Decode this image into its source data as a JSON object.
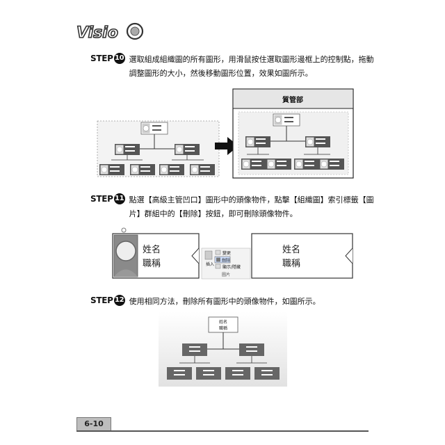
{
  "header": {
    "logo_text": "Visio"
  },
  "steps": [
    {
      "label": "STEP",
      "number": "10",
      "text": "選取組成組織圖的所有圖形，用滑鼠按住選取圖形邊框上的控制點，拖動調整圖形的大小，然後移動圖形位置，效果如圖所示。"
    },
    {
      "label": "STEP",
      "number": "11",
      "text": "點選【高級主管凹口】圖形中的頭像物件，點擊【組織圖】索引標籤【圖片】群組中的【刪除】按鈕，即可刪除頭像物件。"
    },
    {
      "label": "STEP",
      "number": "12",
      "text": "使用相同方法，刪除所有圖形中的頭像物件，如圖所示。"
    }
  ],
  "org": {
    "name": "姓名",
    "title": "職稱",
    "container_title": "質管部"
  },
  "ribbon": {
    "insert": "插入",
    "change": "變更",
    "delete": "刪除",
    "show_hide": "顯示/隱藏",
    "group": "圖片"
  },
  "footer": {
    "page": "6-10"
  }
}
